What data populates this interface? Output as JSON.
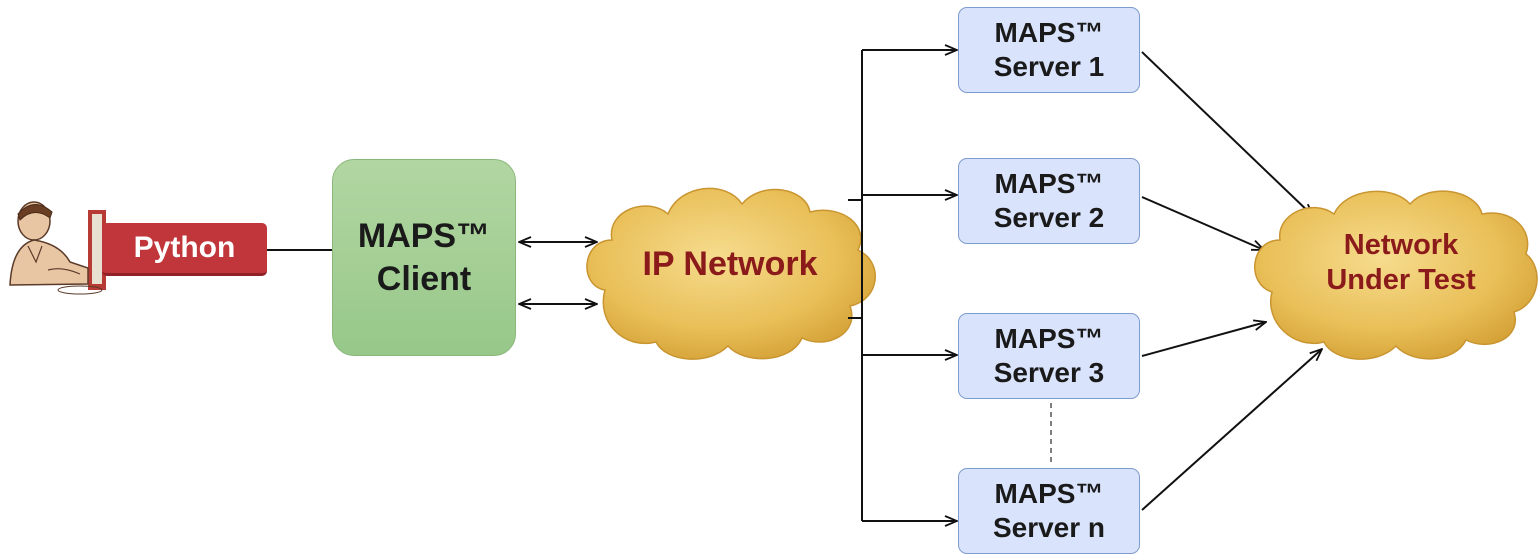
{
  "python": {
    "label": "Python"
  },
  "client": {
    "line1": "MAPS™",
    "line2": "Client"
  },
  "ip_network": {
    "label": "IP Network"
  },
  "servers": [
    {
      "line1": "MAPS™",
      "line2": "Server 1"
    },
    {
      "line1": "MAPS™",
      "line2": "Server 2"
    },
    {
      "line1": "MAPS™",
      "line2": "Server 3"
    },
    {
      "line1": "MAPS™",
      "line2": "Server n"
    }
  ],
  "network_under_test": {
    "line1": "Network",
    "line2": "Under Test"
  },
  "colors": {
    "python_tag": "#c0363a",
    "client_box": "#a9d39b",
    "server_box": "#d9e3fb",
    "cloud": "#e6bb4e",
    "cloud_text": "#8b1a1a"
  },
  "icons": {
    "user": "user-at-computer-icon"
  }
}
